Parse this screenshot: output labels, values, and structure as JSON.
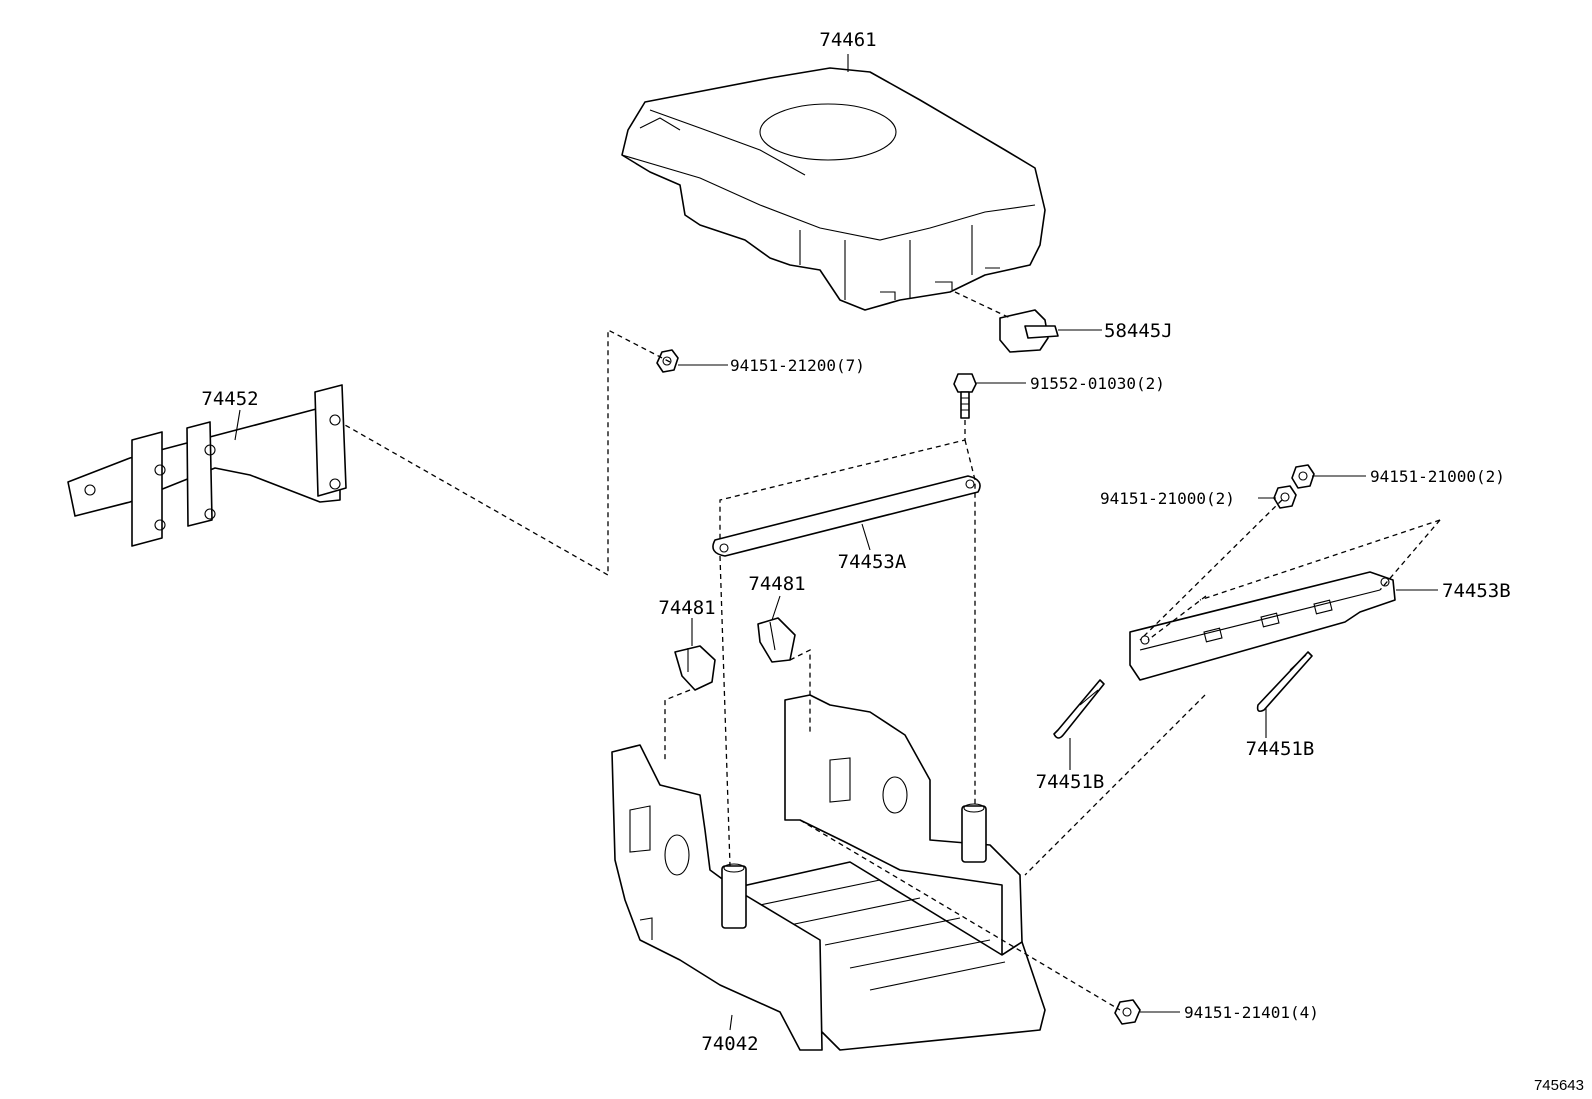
{
  "diagram": {
    "figure_id": "745643",
    "parts": {
      "battery_cover": "74461",
      "clamp_bracket_side": "74452",
      "nut_7": "94151-21200(7)",
      "bolt_2": "91552-01030(2)",
      "plug_58445j": "58445J",
      "nut_right_top": "94151-21000(2)",
      "nut_right_mid": "94151-21000(2)",
      "clamp_bar_a": "74453A",
      "clamp_bar_b": "74453B",
      "holder_left": "74481",
      "holder_right": "74481",
      "rod_right": "74451B",
      "rod_left": "74451B",
      "battery_tray": "74042",
      "nut_4": "94151-21401(4)"
    }
  }
}
